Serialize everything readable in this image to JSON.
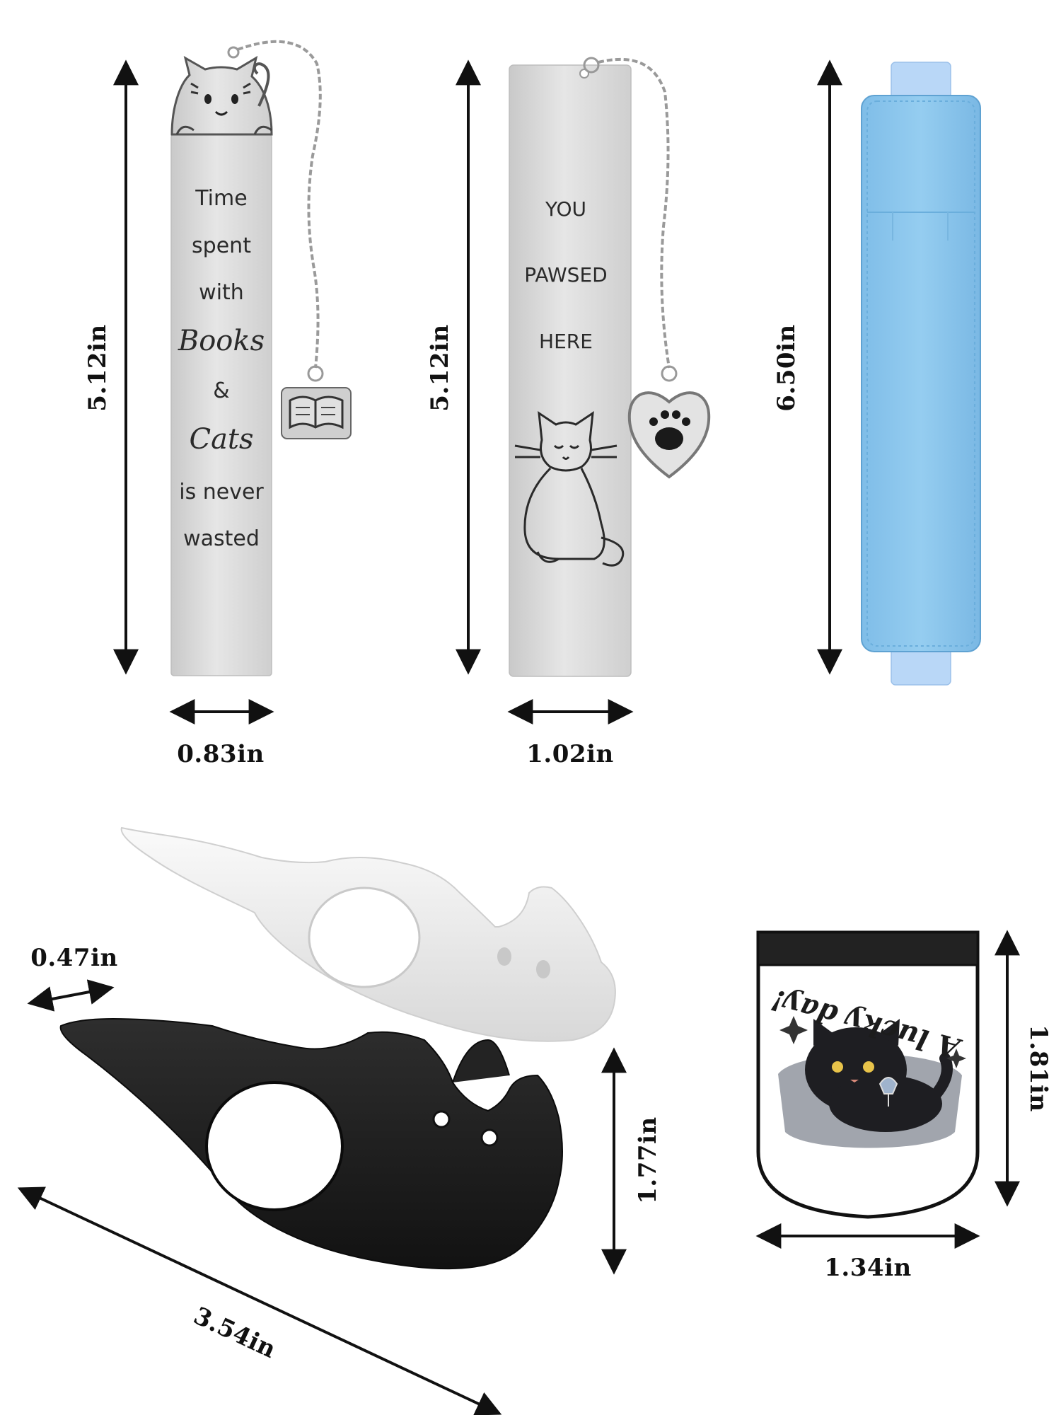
{
  "colors": {
    "steel": "#d9d9d9",
    "leather_blue": "#8cc6ec",
    "elastic_blue": "#b9d7f7",
    "holder_white": "#eeeeee",
    "holder_black": "#1e1e1e"
  },
  "bookmark_left": {
    "lines": [
      "Time",
      "spent",
      "with",
      "Books",
      "&",
      "Cats",
      "is never",
      "wasted"
    ],
    "height_label": "5.12in",
    "width_label": "0.83in",
    "charm": "open-book-charm-icon",
    "topper": "cat-peeking-icon"
  },
  "bookmark_right": {
    "lines": [
      "YOU",
      "PAWSED",
      "HERE"
    ],
    "height_label": "5.12in",
    "width_label": "1.02in",
    "charm": "paw-heart-charm-icon",
    "engraving": "sitting-cat-icon"
  },
  "pen_sleeve": {
    "height_label": "6.50in"
  },
  "page_holders": {
    "thickness_label": "0.47in",
    "height_label": "1.77in",
    "length_label": "3.54in"
  },
  "magnetic_bookmark": {
    "text": "A lucky day!",
    "height_label": "1.81in",
    "width_label": "1.34in"
  }
}
